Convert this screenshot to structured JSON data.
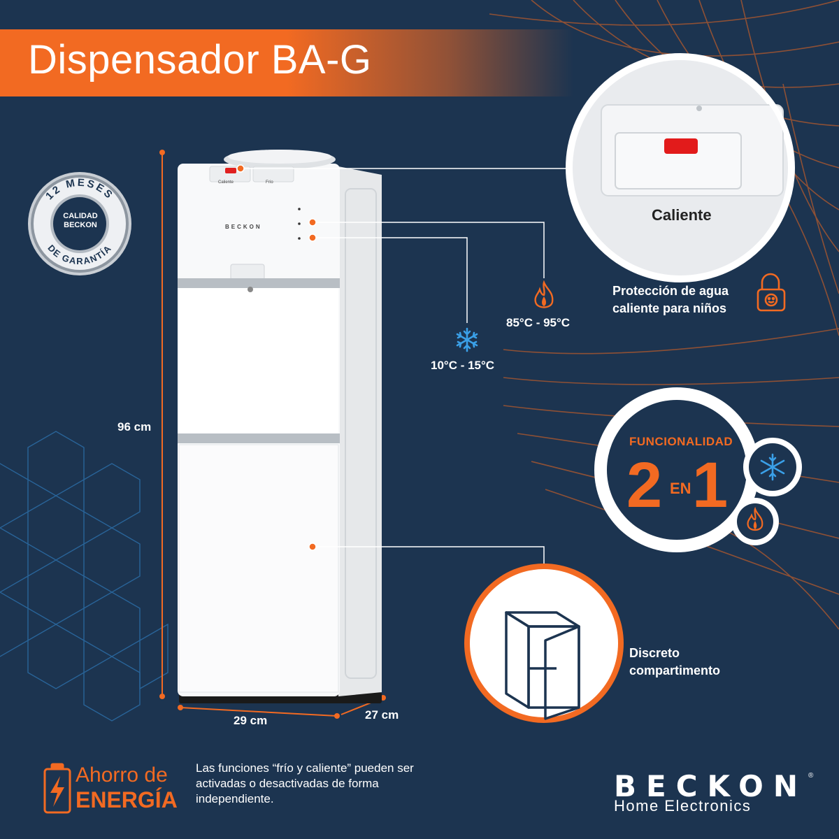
{
  "title": "Dispensador BA-G",
  "badge": {
    "top_arc": "12 MESES",
    "center_line1": "CALIDAD",
    "center_line2": "BECKON",
    "bottom_arc": "DE GARANTÍA"
  },
  "product": {
    "brand_mark": "BECKON",
    "left_button": "Caliente",
    "right_button": "Frío"
  },
  "dimensions": {
    "height": "96 cm",
    "width": "29 cm",
    "depth": "27 cm"
  },
  "temperatures": {
    "hot": "85°C - 95°C",
    "cold": "10°C - 15°C"
  },
  "zoom": {
    "label": "Caliente"
  },
  "features": {
    "child_safety_line1": "Protección de agua",
    "child_safety_line2": "caliente para niños",
    "compartment_line1": "Discreto",
    "compartment_line2": "compartimento"
  },
  "functionality": {
    "title": "FUNCIONALIDAD",
    "left_digit": "2",
    "joiner": "EN",
    "right_digit": "1"
  },
  "energy": {
    "line1": "Ahorro de",
    "line2": "ENERGÍA",
    "description": "Las funciones “frío y caliente” pueden ser activadas o desactivadas de forma independiente."
  },
  "logo": {
    "name": "BECKON",
    "tagline": "Home Electronics",
    "registered": "®"
  },
  "colors": {
    "background": "#1c3450",
    "accent": "#f26a22",
    "snowflake": "#3aa0e8",
    "white": "#ffffff"
  },
  "icons": [
    "warranty-seal-icon",
    "flame-icon",
    "snowflake-icon",
    "padlock-child-icon",
    "cabinet-icon",
    "battery-bolt-icon"
  ]
}
